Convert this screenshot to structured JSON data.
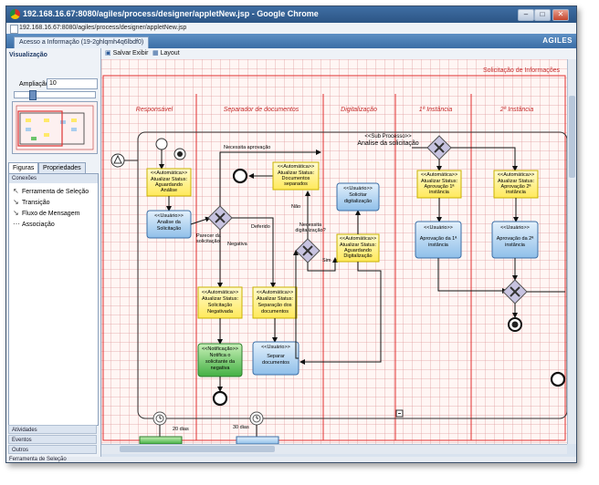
{
  "window": {
    "title": "192.168.16.67:8080/agiles/process/designer/appletNew.jsp - Google Chrome",
    "url": "192.168.16.67:8080/agiles/process/designer/appletNew.jsp"
  },
  "app": {
    "tab_label": "Acesso a Informação (19-2ghlqmh4q6lbdf0)",
    "logo": "AGILES"
  },
  "left_panel": {
    "visualizacao_title": "Visualização",
    "ampliacao_label": "Ampliação",
    "ampliacao_value": "10",
    "tabs": [
      "Figuras",
      "Propriedades"
    ],
    "group_label": "Conexões",
    "items": [
      "Ferramenta de Seleção",
      "Transição",
      "Fluxo de Mensagem",
      "Associação"
    ],
    "accordion": [
      "Atividades",
      "Eventos",
      "Outros"
    ],
    "status": "Ferramenta de Seleção"
  },
  "toolbar": {
    "save_label": "Salvar",
    "view_label": "Exibir",
    "layout_label": "Layout"
  },
  "diagram": {
    "pool_title": "Solicitação de Informações",
    "lanes": [
      "Responsável",
      "Separador de documentos",
      "Digitalização",
      "1ª Instância",
      "2ª Instância"
    ],
    "subprocess_stereo": "<<Sub Processo>>",
    "subprocess_name": "Analise da solicitação",
    "auto_stereo": "<<Automática>>",
    "user_stereo": "<<Usuário>>",
    "notif_stereo": "<<Notificação>>",
    "tasks": {
      "t1": [
        "Atualizar Status:",
        "Aguardando",
        "Análise"
      ],
      "t2": [
        "Analise da",
        "Solicitação"
      ],
      "t3": [
        "Atualizar Status:",
        "Documentos",
        "separados"
      ],
      "t4": [
        "Solicitar",
        "digitalização"
      ],
      "t5": [
        "Atualizar Status:",
        "Aguardando",
        "Digitalização"
      ],
      "t6": [
        "Atualizar Status:",
        "Aprovação 1ª",
        "instância"
      ],
      "t7": [
        "Atualizar Status:",
        "Aprovação 2ª",
        "instância"
      ],
      "t8": [
        "Aprovação da 1ª",
        "instância"
      ],
      "t9": [
        "Aprovação da 2ª",
        "instância"
      ],
      "t10": [
        "Atualizar Status:",
        "Solicitação",
        "Negativada"
      ],
      "t11": [
        "Atualizar Status:",
        "Separação dos",
        "documentos"
      ],
      "t12": [
        "Separar",
        "documentos"
      ],
      "t13": [
        "Notifica o",
        "solicitante da",
        "negativa"
      ]
    },
    "labels": {
      "necessita_aprovacao": "Necessita aprovação",
      "parecer": [
        "Parecer da",
        "solicitação"
      ],
      "deferido": "Deferido",
      "negativa": "Negativa",
      "nao": "Não",
      "necessita_digitalizacao": [
        "Necessita",
        "digitalização?"
      ],
      "sim": "Sim",
      "timer1": "20 dias",
      "timer2": "30 dias"
    }
  }
}
